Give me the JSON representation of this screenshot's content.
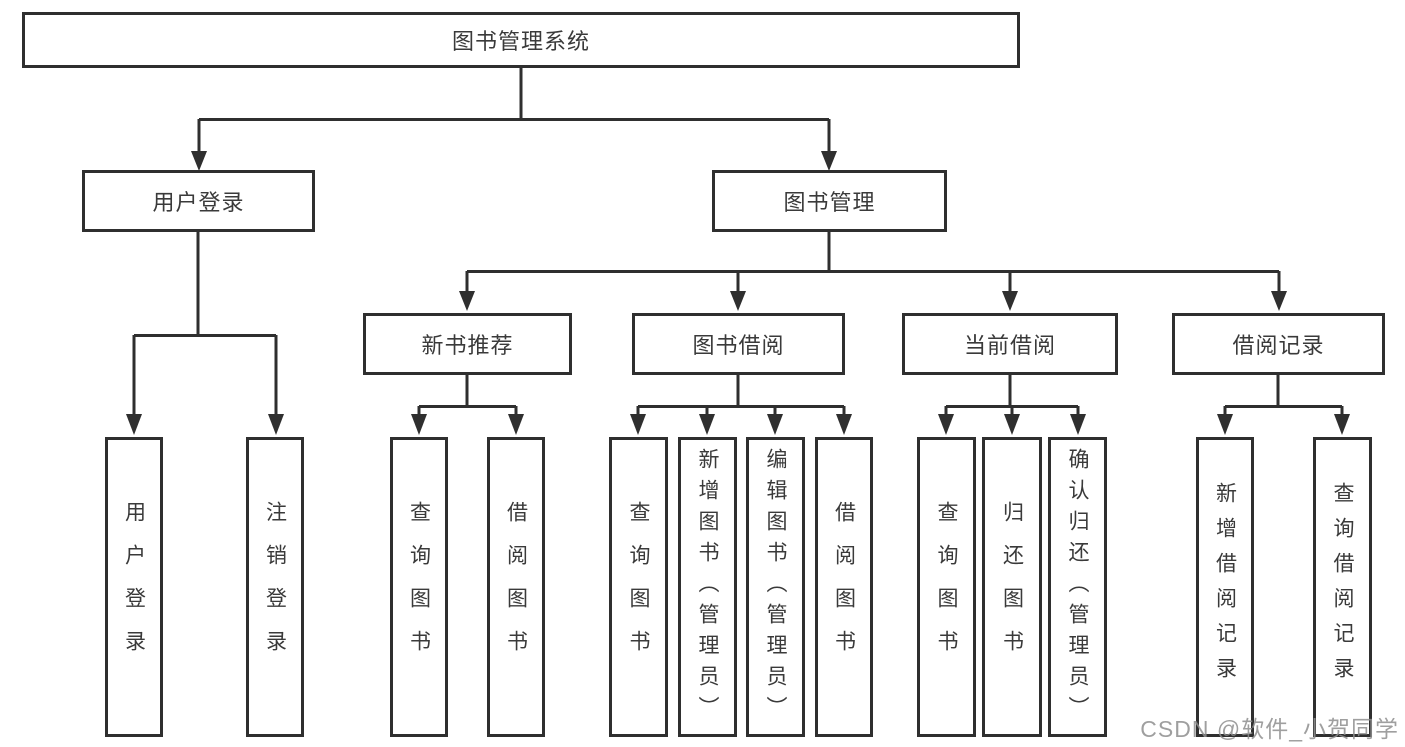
{
  "nodes": {
    "root": "图书管理系统",
    "user_login": "用户登录",
    "book_management": "图书管理",
    "new_book_recommend": "新书推荐",
    "book_borrow": "图书借阅",
    "current_borrow": "当前借阅",
    "borrow_record": "借阅记录",
    "leaf_user_login": "用户登录",
    "leaf_logout": "注销登录",
    "leaf_nbr_query_book": "查询图书",
    "leaf_nbr_borrow_book": "借阅图书",
    "leaf_bb_query_book": "查询图书",
    "leaf_bb_add_book": "新增图书（管理员）",
    "leaf_bb_edit_book": "编辑图书（管理员）",
    "leaf_bb_borrow_book": "借阅图书",
    "leaf_cb_query_book": "查询图书",
    "leaf_cb_return_book": "归还图书",
    "leaf_cb_confirm_return": "确认归还（管理员）",
    "leaf_br_add_record": "新增借阅记录",
    "leaf_br_query_record": "查询借阅记录"
  },
  "watermark": "CSDN @软件_小贺同学",
  "colors": {
    "line": "#2f2f2f",
    "box_border": "#2f2f2f",
    "box_fill": "#ffffff",
    "text": "#3a3a3a",
    "watermark": "#8f8f8f",
    "background": "#ffffff"
  }
}
